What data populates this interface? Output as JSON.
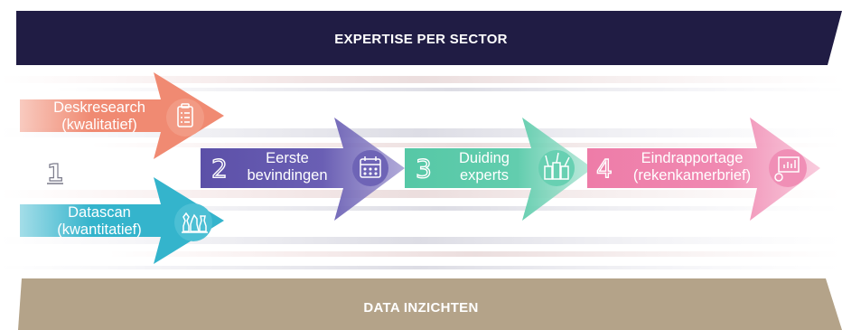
{
  "top_banner": {
    "title": "EXPERTISE PER SECTOR",
    "color": "#201c44"
  },
  "bottom_banner": {
    "title": "DATA INZICHTEN",
    "color": "#b4a389"
  },
  "steps": [
    {
      "number": "1",
      "inputs": [
        {
          "line1": "Deskresearch",
          "line2": "(kwalitatief)",
          "icon": "clipboard-checklist-icon",
          "color": "#f08a72"
        },
        {
          "line1": "Datascan",
          "line2": "(kwantitatief)",
          "icon": "chess-pieces-icon",
          "color": "#34b4cc"
        }
      ]
    },
    {
      "number": "2",
      "line1": "Eerste",
      "line2": "bevindingen",
      "icon": "calendar-icon",
      "color": "#5c50a8"
    },
    {
      "number": "3",
      "line1": "Duiding",
      "line2": "experts",
      "icon": "pencil-tools-icon",
      "color": "#56c8a6"
    },
    {
      "number": "4",
      "line1": "Eindrapportage",
      "line2": "(rekenkamerbrief)",
      "icon": "presentation-chart-icon",
      "color": "#ee7ca8"
    }
  ]
}
